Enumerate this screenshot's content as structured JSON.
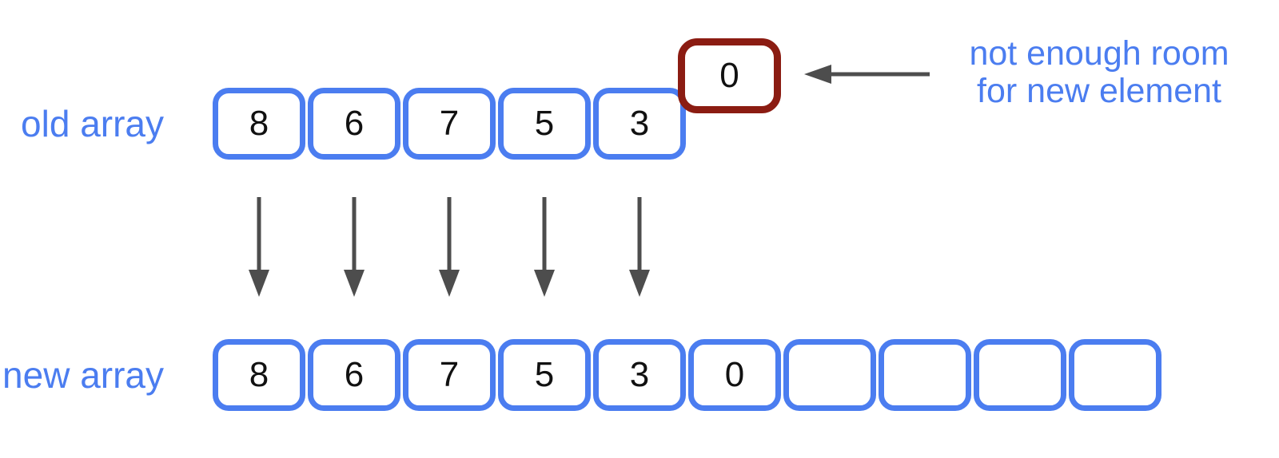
{
  "colors": {
    "accent_blue": "#4b7df0",
    "box_border_blue": "#4b7df0",
    "overflow_red": "#8b1c12",
    "arrow_gray": "#4d4d4d",
    "digit_black": "#111111",
    "background": "#ffffff"
  },
  "labels": {
    "old_array": "old array",
    "new_array": "new array"
  },
  "old_array": {
    "cells": [
      "8",
      "6",
      "7",
      "5",
      "3"
    ]
  },
  "overflow_box": {
    "value": "0"
  },
  "new_array": {
    "cells": [
      "8",
      "6",
      "7",
      "5",
      "3",
      "0",
      "",
      "",
      "",
      ""
    ]
  },
  "annotation": {
    "line1": "not enough room",
    "line2": "for new element"
  }
}
